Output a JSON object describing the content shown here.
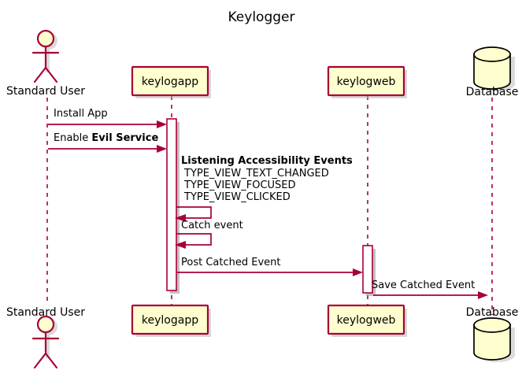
{
  "diagram": {
    "type": "uml-sequence-diagram",
    "title": "Keylogger",
    "background_color": "#FFFFFF",
    "accent_color": "#A80036",
    "box_fill_color": "#FEFECE",
    "database_border_color": "#000000"
  },
  "participants": [
    {
      "id": "actor",
      "name": "Standard User",
      "shape": "actor",
      "top_label": "Standard User",
      "bottom_label": "Standard User"
    },
    {
      "id": "keylogapp",
      "name": "keylogapp",
      "shape": "participant-box",
      "top_label": "keylogapp",
      "bottom_label": "keylogapp"
    },
    {
      "id": "keylogweb",
      "name": "keylogweb",
      "shape": "participant-box",
      "top_label": "keylogweb",
      "bottom_label": "keylogweb"
    },
    {
      "id": "database",
      "name": "Database",
      "shape": "database-cylinder",
      "top_label": "Database",
      "bottom_label": "Database"
    }
  ],
  "messages": [
    {
      "index": 0,
      "label": "Install App",
      "label_bold_part": "",
      "from": "actor",
      "to": "keylogapp",
      "kind": "call"
    },
    {
      "index": 1,
      "label_prefix": "Enable ",
      "label_bold": "Evil Service",
      "from": "actor",
      "to": "keylogapp",
      "kind": "call"
    },
    {
      "index": 2,
      "label": "",
      "from": "keylogapp",
      "to": "keylogapp",
      "kind": "self-call"
    },
    {
      "index": 3,
      "label": "Catch event",
      "from": "keylogapp",
      "to": "keylogapp",
      "kind": "self-call"
    },
    {
      "index": 4,
      "label": "Post Catched Event",
      "from": "keylogapp",
      "to": "keylogweb",
      "kind": "call"
    },
    {
      "index": 5,
      "label": "Save Catched Event",
      "from": "keylogweb",
      "to": "database",
      "kind": "call"
    }
  ],
  "annotation": {
    "heading": "Listening Accessibility Events",
    "lines": [
      "TYPE_VIEW_TEXT_CHANGED",
      "TYPE_VIEW_FOCUSED",
      "TYPE_VIEW_CLICKED"
    ]
  }
}
